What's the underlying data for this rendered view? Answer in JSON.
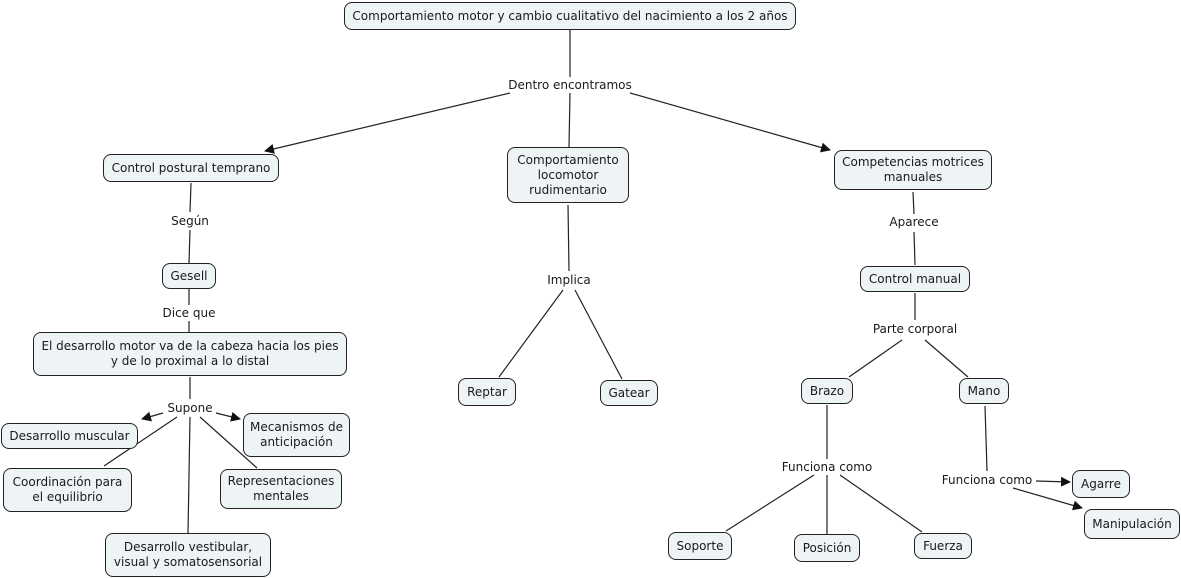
{
  "colors": {
    "node_fill": "#eef3f5",
    "node_border": "#222222",
    "line": "#222222",
    "background": "#ffffff"
  },
  "nodes": {
    "root": "Comportamiento motor y cambio cualitativo del nacimiento a los 2 años",
    "control_postural": "Control postural temprano",
    "locomotor": "Comportamiento\nlocomotor\nrudimentario",
    "competencias": "Competencias motrices\nmanuales",
    "gesell": "Gesell",
    "desarrollo_motor": "El desarrollo motor va de la cabeza hacia los pies\ny de lo proximal a lo distal",
    "desarrollo_muscular": "Desarrollo muscular",
    "mecanismos": "Mecanismos de\nanticipación",
    "coordinacion": "Coordinación para\nel equilibrio",
    "representaciones": "Representaciones\nmentales",
    "vestibular": "Desarrollo vestibular,\nvisual y somatosensorial",
    "reptar": "Reptar",
    "gatear": "Gatear",
    "control_manual": "Control manual",
    "brazo": "Brazo",
    "mano": "Mano",
    "soporte": "Soporte",
    "posicion": "Posición",
    "fuerza": "Fuerza",
    "agarre": "Agarre",
    "manipulacion": "Manipulación"
  },
  "links": {
    "dentro": "Dentro encontramos",
    "segun": "Según",
    "dice_que": "Dice que",
    "supone": "Supone",
    "implica": "Implica",
    "aparece": "Aparece",
    "parte_corporal": "Parte corporal",
    "funciona_brazo": "Funciona como",
    "funciona_mano": "Funciona como"
  }
}
